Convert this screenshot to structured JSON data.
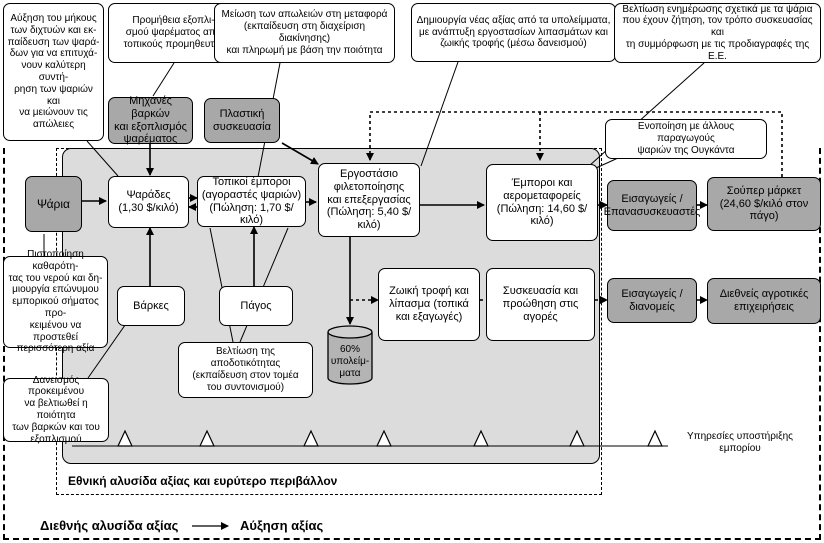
{
  "nodes": {
    "fish": "Ψάρια",
    "fishermen": "Ψαράδες\n(1,30 $/κιλό)",
    "local_traders": "Τοπικοί έμποροι\n(αγοραστές ψαριών)\n(Πώληση: 1,70 $/κιλό)",
    "factory": "Εργοστάσιο\nφιλετοποίησης\nκαι επεξεργασίας\n(Πώληση: 5,40 $/κιλό)",
    "air_traders": "Έμποροι και\nαερομεταφορείς\n(Πώληση: 14,60 $/κιλό)",
    "imports_repack": "Εισαγωγείς /\nΕπανασυσκευαστές",
    "supermarket": "Σούπερ μάρκετ\n(24,60 $/κιλό στον πάγο)",
    "boats": "Βάρκες",
    "ice": "Πάγος",
    "boat_engines": "Μηχανές βαρκών\nκαι εξοπλισμός\nψαρέματος",
    "plastic_packaging": "Πλαστική\nσυσκευασία",
    "feed_fertilizer": "Ζωική τροφή και\nλίπασμα (τοπικά\nκαι εξαγωγές)",
    "packaging_promotion": "Συσκευασία και\nπροώθηση στις\nαγορές",
    "importers_distributors": "Εισαγωγείς /\nδιανομείς",
    "intl_markets": "Διεθνείς αγροτικές\nεπιχειρήσεις",
    "waste": "60%\nυπολείμ-\nματα"
  },
  "callouts": {
    "nets_training": "Αύξηση του μήκους\nτων διχτυών και εκ-\nπαίδευση των ψαρά-\nδων για να επιτυχά-\nνουν καλύτερη συντή-\nρηση των ψαριών και\nνα μειώνουν τις\nαπώλειες",
    "local_supply": "Προμήθεια εξοπλι-\nσμού ψαρέματος από\nτοπικούς προμηθευτές",
    "transport_losses": "Μείωση των απωλειών στη μεταφορά\n(εκπαίδευση στη διαχείριση διακίνησης)\nκαι πληρωμή με βάση την ποιότητα",
    "by_products": "Δημιουργία νέας αξίας από τα υπολείμματα,\nμε ανάπτυξη εργοστασίων λιπασμάτων και\nζωικής τροφής (μέσω δανεισμού)",
    "info_demand": "Βελτίωση ενημέρωσης σχετικά με τα ψάρια\nπου έχουν ζήτηση, τον τρόπο συσκευασίας και\nτη συμμόρφωση με τις προδιαγραφές της Ε.Ε.",
    "join_producers": "Ενοποίηση με άλλους παραγωγούς\nψαριών της Ουγκάντα",
    "water_cert": "Πιστοποίηση καθαρότη-\nτας του νερού και δη-\nμιουργία επώνυμου\nεμπορικού σήματος προ-\nκειμένου να προστεθεί\nπερισσότερη αξία",
    "boat_loans": "Δανεισμός προκειμένου\nνα βελτιωθεί η ποιότητα\nτων βαρκών και του\nεξοπλισμού",
    "efficiency": "Βελτίωση της αποδοτικότητας\n(εκπαίδευση στον τομέα\nτου συντονισμού)"
  },
  "labels": {
    "support_services": "Υπηρεσίες υποστήριξης\nεμπορίου",
    "national_chain": "Εθνική αλυσίδα αξίας και ευρύτερο περιβάλλον",
    "intl_chain": "Διεθνής αλυσίδα αξίας",
    "value_growth": "Αύξηση αξίας"
  }
}
